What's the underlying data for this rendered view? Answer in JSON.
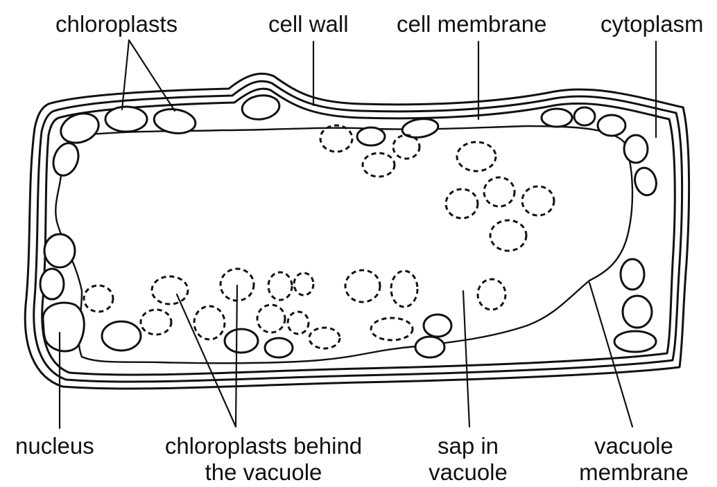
{
  "labels": {
    "chloroplasts": "chloroplasts",
    "cell_wall": "cell wall",
    "cell_membrane": "cell membrane",
    "cytoplasm": "cytoplasm",
    "nucleus": "nucleus",
    "chloroplasts_behind": "chloroplasts behind\nthe vacuole",
    "sap_in_vacuole": "sap in\nvacuole",
    "vacuole_membrane": "vacuole\nmembrane"
  }
}
